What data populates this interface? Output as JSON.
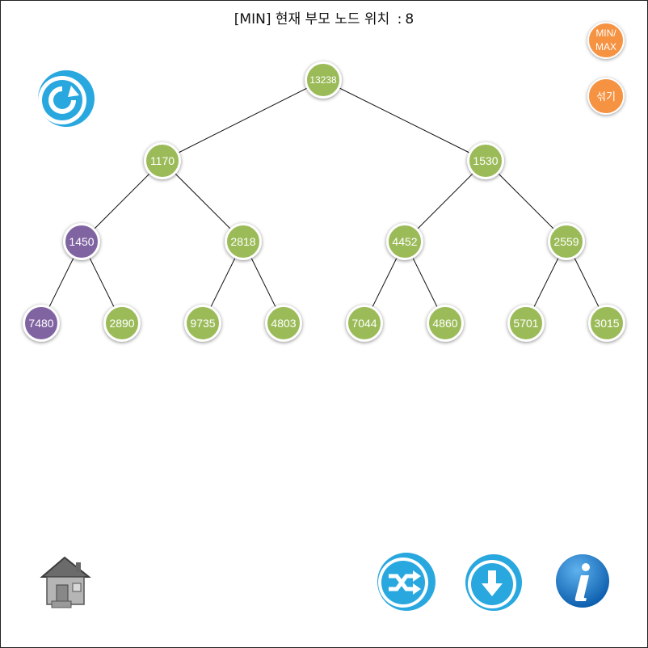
{
  "header": {
    "mode": "[MIN]",
    "label": "현재 부모 노드 위치",
    "separator": ":",
    "position": "8"
  },
  "controls": {
    "minmax_label_1": "MIN/",
    "minmax_label_2": "MAX",
    "shuffle_label": "섞기"
  },
  "colors": {
    "normal": "#9bbb59",
    "highlight": "#8064a2",
    "accent": "#f59342",
    "icon_blue": "#29a8e0"
  },
  "tree": {
    "nodes": [
      {
        "value": "13238",
        "state": "normal"
      },
      {
        "value": "1170",
        "state": "normal"
      },
      {
        "value": "1530",
        "state": "normal"
      },
      {
        "value": "1450",
        "state": "highlight"
      },
      {
        "value": "2818",
        "state": "normal"
      },
      {
        "value": "4452",
        "state": "normal"
      },
      {
        "value": "2559",
        "state": "normal"
      },
      {
        "value": "7480",
        "state": "highlight"
      },
      {
        "value": "2890",
        "state": "normal"
      },
      {
        "value": "9735",
        "state": "normal"
      },
      {
        "value": "4803",
        "state": "normal"
      },
      {
        "value": "7044",
        "state": "normal"
      },
      {
        "value": "4860",
        "state": "normal"
      },
      {
        "value": "5701",
        "state": "normal"
      },
      {
        "value": "3015",
        "state": "normal"
      }
    ]
  },
  "icons": {
    "refresh": "refresh-icon",
    "home": "home-icon",
    "shuffle": "shuffle-icon",
    "down": "arrow-down-icon",
    "info": "info-icon"
  }
}
